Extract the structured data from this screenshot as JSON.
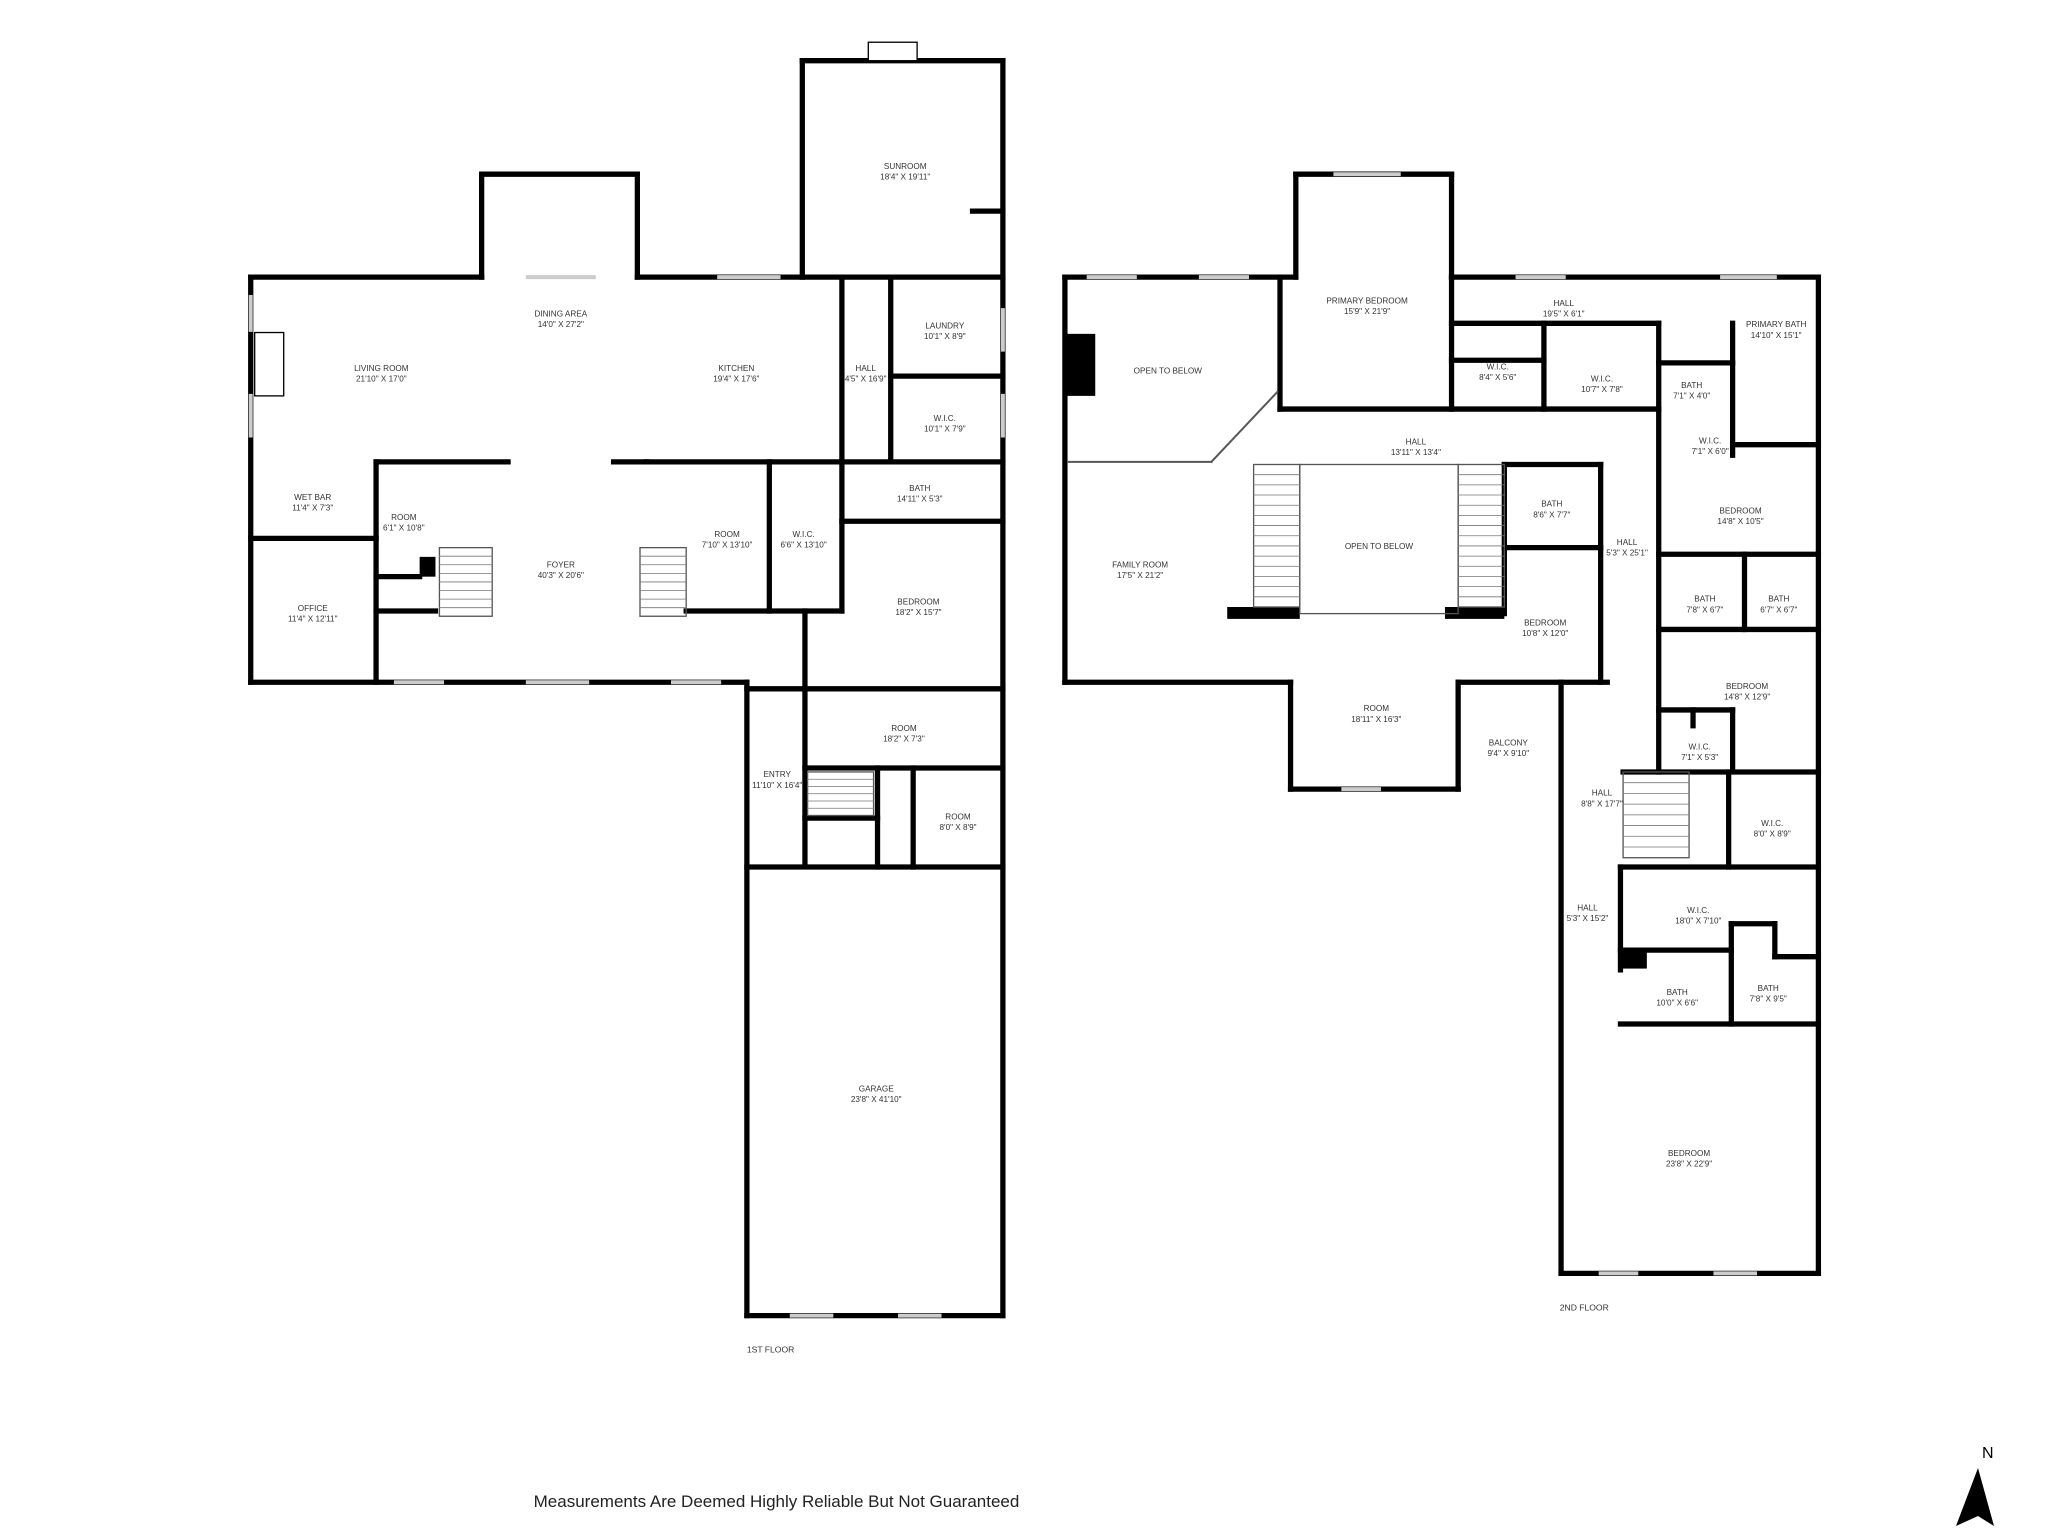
{
  "floors": [
    {
      "label": "1ST FLOOR",
      "rooms": [
        {
          "name": "SUNROOM",
          "dims": "18'4\" X 19'11\""
        },
        {
          "name": "DINING AREA",
          "dims": "14'0\" X 27'2\""
        },
        {
          "name": "LIVING ROOM",
          "dims": "21'10\" X 17'0\""
        },
        {
          "name": "KITCHEN",
          "dims": "19'4\" X 17'6\""
        },
        {
          "name": "HALL",
          "dims": "4'5\" X 16'9\""
        },
        {
          "name": "LAUNDRY",
          "dims": "10'1\" X 8'9\""
        },
        {
          "name": "W.I.C.",
          "dims": "10'1\" X 7'9\""
        },
        {
          "name": "WET BAR",
          "dims": "11'4\" X 7'3\""
        },
        {
          "name": "ROOM",
          "dims": "6'1\" X 10'8\""
        },
        {
          "name": "FOYER",
          "dims": "40'3\" X 20'6\""
        },
        {
          "name": "ROOM",
          "dims": "7'10\" X 13'10\""
        },
        {
          "name": "W.I.C.",
          "dims": "6'6\" X 13'10\""
        },
        {
          "name": "BATH",
          "dims": "14'11\" X 5'3\""
        },
        {
          "name": "BEDROOM",
          "dims": "18'2\" X 15'7\""
        },
        {
          "name": "OFFICE",
          "dims": "11'4\" X 12'11\""
        },
        {
          "name": "ROOM",
          "dims": "18'2\" X 7'3\""
        },
        {
          "name": "ENTRY",
          "dims": "11'10\" X 16'4\""
        },
        {
          "name": "ROOM",
          "dims": "8'0\" X 8'9\""
        },
        {
          "name": "GARAGE",
          "dims": "23'8\" X 41'10\""
        }
      ]
    },
    {
      "label": "2ND FLOOR",
      "rooms": [
        {
          "name": "OPEN TO BELOW",
          "dims": ""
        },
        {
          "name": "PRIMARY BEDROOM",
          "dims": "15'9\" X 21'9\""
        },
        {
          "name": "HALL",
          "dims": "19'5\" X 6'1\""
        },
        {
          "name": "PRIMARY BATH",
          "dims": "14'10\" X 15'1\""
        },
        {
          "name": "W.I.C.",
          "dims": "8'4\" X 5'6\""
        },
        {
          "name": "W.I.C.",
          "dims": "10'7\" X 7'8\""
        },
        {
          "name": "BATH",
          "dims": "7'1\" X 4'0\""
        },
        {
          "name": "HALL",
          "dims": "13'11\" X 13'4\""
        },
        {
          "name": "W.I.C.",
          "dims": "7'1\" X 6'0\""
        },
        {
          "name": "BATH",
          "dims": "8'6\" X 7'7\""
        },
        {
          "name": "BEDROOM",
          "dims": "14'8\" X 10'5\""
        },
        {
          "name": "OPEN TO BELOW",
          "dims": ""
        },
        {
          "name": "HALL",
          "dims": "5'3\" X 25'1\""
        },
        {
          "name": "FAMILY ROOM",
          "dims": "17'5\" X 21'2\""
        },
        {
          "name": "BATH",
          "dims": "7'8\" X 6'7\""
        },
        {
          "name": "BATH",
          "dims": "6'7\" X 6'7\""
        },
        {
          "name": "BEDROOM",
          "dims": "10'8\" X 12'0\""
        },
        {
          "name": "BEDROOM",
          "dims": "14'8\" X 12'9\""
        },
        {
          "name": "ROOM",
          "dims": "18'11\" X 16'3\""
        },
        {
          "name": "BALCONY",
          "dims": "9'4\" X 9'10\""
        },
        {
          "name": "W.I.C.",
          "dims": "7'1\" X 5'3\""
        },
        {
          "name": "HALL",
          "dims": "8'8\" X 17'7\""
        },
        {
          "name": "W.I.C.",
          "dims": "8'0\" X 8'9\""
        },
        {
          "name": "W.I.C.",
          "dims": "18'0\" X 7'10\""
        },
        {
          "name": "HALL",
          "dims": "5'3\" X 15'2\""
        },
        {
          "name": "BATH",
          "dims": "10'0\" X 6'6\""
        },
        {
          "name": "BATH",
          "dims": "7'8\" X 9'5\""
        },
        {
          "name": "BEDROOM",
          "dims": "23'8\" X 22'9\""
        }
      ]
    }
  ],
  "footer": "Measurements Are Deemed Highly Reliable But Not Guaranteed",
  "compass": {
    "label": "N",
    "icon": "north-arrow-icon"
  },
  "colors": {
    "wall": "#000000",
    "window": "#cccccc",
    "text": "#333333"
  }
}
